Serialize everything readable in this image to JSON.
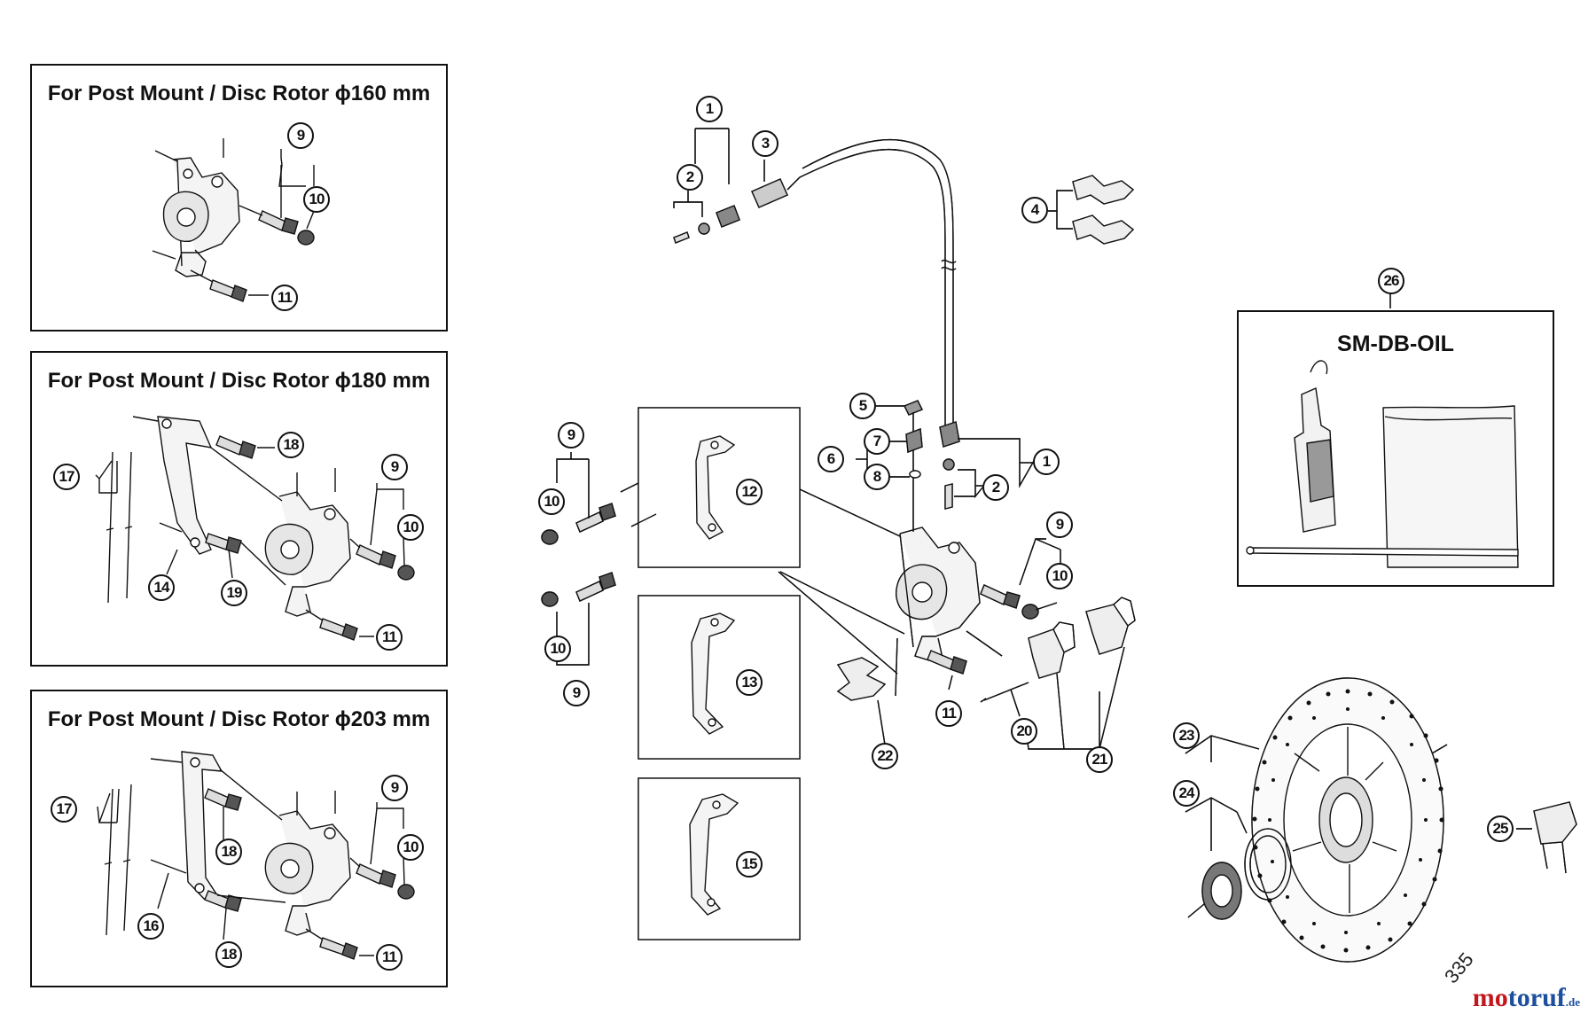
{
  "panels": {
    "rotor160_title": "For Post Mount / Disc Rotor ϕ160 mm",
    "rotor180_title": "For Post Mount / Disc Rotor ϕ180 mm",
    "rotor203_title": "For Post Mount / Disc Rotor ϕ203 mm",
    "oil_title": "SM-DB-OIL"
  },
  "callouts": {
    "p160_9": "9",
    "p160_10": "10",
    "p160_11": "11",
    "p180_17": "17",
    "p180_18": "18",
    "p180_9": "9",
    "p180_10": "10",
    "p180_14": "14",
    "p180_19": "19",
    "p180_11": "11",
    "p203_17": "17",
    "p203_9": "9",
    "p203_10": "10",
    "p203_18a": "18",
    "p203_16": "16",
    "p203_18b": "18",
    "p203_11": "11",
    "c1_top": "1",
    "c2_top": "2",
    "c3": "3",
    "c4": "4",
    "c9_left": "9",
    "c10_left_a": "10",
    "c10_left_b": "10",
    "c9_left_b": "9",
    "c12": "12",
    "c13": "13",
    "c15": "15",
    "c5": "5",
    "c6": "6",
    "c7": "7",
    "c8": "8",
    "c1_mid": "1",
    "c2_mid": "2",
    "c9_right": "9",
    "c10_right": "10",
    "c11": "11",
    "c22": "22",
    "c20": "20",
    "c21": "21",
    "c26": "26",
    "c23": "23",
    "c24": "24",
    "c25": "25"
  },
  "watermark": {
    "part1": "mo",
    "part2": "toruf",
    "tld": ".de",
    "code": "335"
  },
  "colors": {
    "line": "#111111",
    "brand_red": "#c4161c",
    "brand_blue": "#1c4f9c"
  }
}
